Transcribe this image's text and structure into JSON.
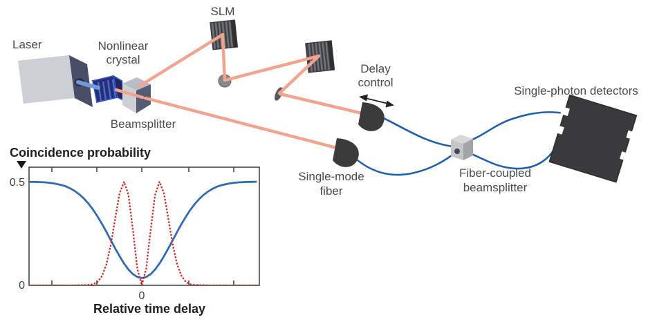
{
  "figure": {
    "labels": {
      "laser": "Laser",
      "nonlinear_crystal": [
        "Nonlinear",
        "crystal"
      ],
      "beamsplitter": "Beamsplitter",
      "slm": "SLM",
      "delay_control": [
        "Delay",
        "control"
      ],
      "single_mode_fiber": [
        "Single-mode",
        "fiber"
      ],
      "fiber_coupled_beamsplitter": [
        "Fiber-coupled",
        "beamsplitter"
      ],
      "single_photon_detectors": "Single-photon detectors"
    },
    "icons": {
      "delay_motion_arrow": "double-headed-arrow",
      "y_axis_marker": "down-triangle"
    }
  },
  "colors": {
    "beam": "#f2a48f",
    "pump_beam": "#6f9bd8",
    "fiber": "#1b5fae",
    "label": "#4a4a4c",
    "component_dark": "#3b3b3b",
    "chart_blue": "#2d6bb4",
    "chart_red": "#e02421",
    "axis": "#58595b"
  },
  "chart_data": {
    "type": "line",
    "title": "Coincidence probability",
    "xlabel": "Relative time delay",
    "ylabel": "",
    "x_tick_labels": [
      "0"
    ],
    "y_tick_labels": [
      "0.5",
      "0"
    ],
    "xlim": [
      -2.55,
      2.65
    ],
    "ylim": [
      0,
      0.57
    ],
    "grid": false,
    "legend": "none",
    "x": [
      -2.6,
      -2.5,
      -2.4,
      -2.3,
      -2.2,
      -2.1,
      -2.0,
      -1.9,
      -1.8,
      -1.7,
      -1.6,
      -1.5,
      -1.4,
      -1.3,
      -1.2,
      -1.1,
      -1.0,
      -0.9,
      -0.8,
      -0.7,
      -0.6,
      -0.5,
      -0.4,
      -0.3,
      -0.2,
      -0.1,
      0,
      0.1,
      0.2,
      0.3,
      0.4,
      0.5,
      0.6,
      0.7,
      0.8,
      0.9,
      1.0,
      1.1,
      1.2,
      1.3,
      1.4,
      1.5,
      1.6,
      1.7,
      1.8,
      1.9,
      2.0,
      2.1,
      2.2,
      2.3,
      2.4,
      2.5,
      2.6
    ],
    "series": [
      {
        "name": "blue_solid_dip",
        "style": "solid",
        "color": "#2d6bb4",
        "y": [
          0.5,
          0.499,
          0.499,
          0.498,
          0.497,
          0.495,
          0.492,
          0.488,
          0.483,
          0.476,
          0.466,
          0.453,
          0.437,
          0.417,
          0.393,
          0.365,
          0.332,
          0.297,
          0.258,
          0.218,
          0.178,
          0.14,
          0.105,
          0.076,
          0.054,
          0.04,
          0.035,
          0.04,
          0.054,
          0.076,
          0.105,
          0.14,
          0.178,
          0.218,
          0.258,
          0.297,
          0.332,
          0.365,
          0.393,
          0.417,
          0.437,
          0.453,
          0.466,
          0.476,
          0.483,
          0.488,
          0.492,
          0.495,
          0.497,
          0.498,
          0.499,
          0.499,
          0.5
        ]
      },
      {
        "name": "red_dotted_double_peak",
        "style": "dotted",
        "color": "#e02421",
        "y": [
          0,
          0,
          0,
          0,
          0,
          0,
          0,
          0,
          0,
          0,
          0,
          0,
          0.001,
          0.001,
          0.002,
          0.005,
          0.016,
          0.044,
          0.1,
          0.195,
          0.322,
          0.445,
          0.5,
          0.436,
          0.265,
          0.08,
          0,
          0.08,
          0.265,
          0.436,
          0.5,
          0.445,
          0.322,
          0.195,
          0.1,
          0.044,
          0.016,
          0.005,
          0.002,
          0.001,
          0.001,
          0,
          0,
          0,
          0,
          0,
          0,
          0,
          0,
          0,
          0,
          0,
          0
        ]
      }
    ]
  }
}
